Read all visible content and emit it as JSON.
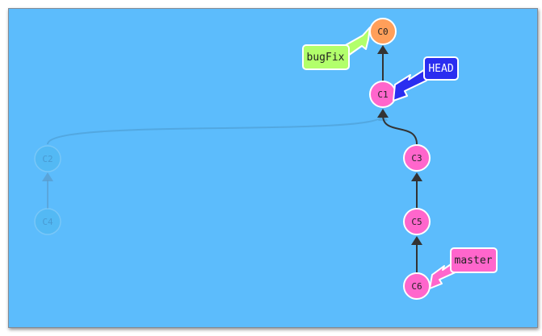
{
  "colors": {
    "background": "#5cbcfc",
    "commit_default": "#ff66cc",
    "commit_root": "#ff9f5a",
    "commit_faded": "#4db7ee",
    "edge": "#333333",
    "branch_bugFix": "#b2ff6b",
    "branch_HEAD": "#2a2ef0",
    "branch_master": "#ff66cc"
  },
  "commits": [
    {
      "id": "C0",
      "label": "C0",
      "style": "root"
    },
    {
      "id": "C1",
      "label": "C1",
      "style": "default"
    },
    {
      "id": "C3",
      "label": "C3",
      "style": "default"
    },
    {
      "id": "C5",
      "label": "C5",
      "style": "default"
    },
    {
      "id": "C6",
      "label": "C6",
      "style": "default"
    },
    {
      "id": "C2",
      "label": "C2",
      "style": "faded"
    },
    {
      "id": "C4",
      "label": "C4",
      "style": "faded"
    }
  ],
  "branches": [
    {
      "name": "bugFix",
      "target": "C0",
      "color": "#b2ff6b",
      "text_color": "#222222"
    },
    {
      "name": "HEAD",
      "target": "C1",
      "color": "#2a2ef0",
      "text_color": "#ffffff"
    },
    {
      "name": "master",
      "target": "C6",
      "color": "#ff66cc",
      "text_color": "#222222"
    }
  ]
}
